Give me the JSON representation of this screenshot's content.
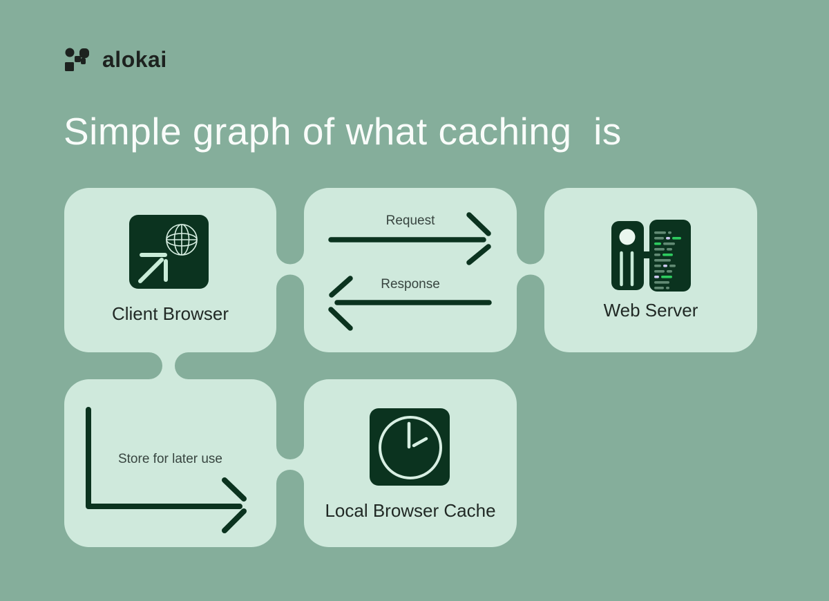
{
  "colors": {
    "bg": "#85ae9b",
    "card": "#cfe9dc",
    "dark": "#0b331f",
    "ink": "#212925",
    "muted": "#384540",
    "title": "#f9fcfa",
    "brand": "#1d221f",
    "mint_soft": "#c9ecd8",
    "mint_line": "#d8efe3",
    "mint_bright": "#eaf7ef",
    "code_green": "#2ecb5f",
    "code_lavender": "#cbc7ee",
    "code_gray": "#628a74"
  },
  "brand": {
    "name": "alokai",
    "logo_icon": "alokai-mark"
  },
  "title": "Simple graph of what caching  is",
  "diagram": {
    "client_browser": {
      "label": "Client Browser",
      "icon": "browser-globe-icon"
    },
    "transfer": {
      "request_label": "Request",
      "response_label": "Response",
      "icons": [
        "request-arrow-icon",
        "response-arrow-icon"
      ]
    },
    "web_server": {
      "label": "Web Server",
      "icon": "server-code-icon"
    },
    "store": {
      "label": "Store for later use",
      "icon": "elbow-arrow-icon"
    },
    "local_cache": {
      "label": "Local Browser Cache",
      "icon": "clock-icon"
    }
  }
}
